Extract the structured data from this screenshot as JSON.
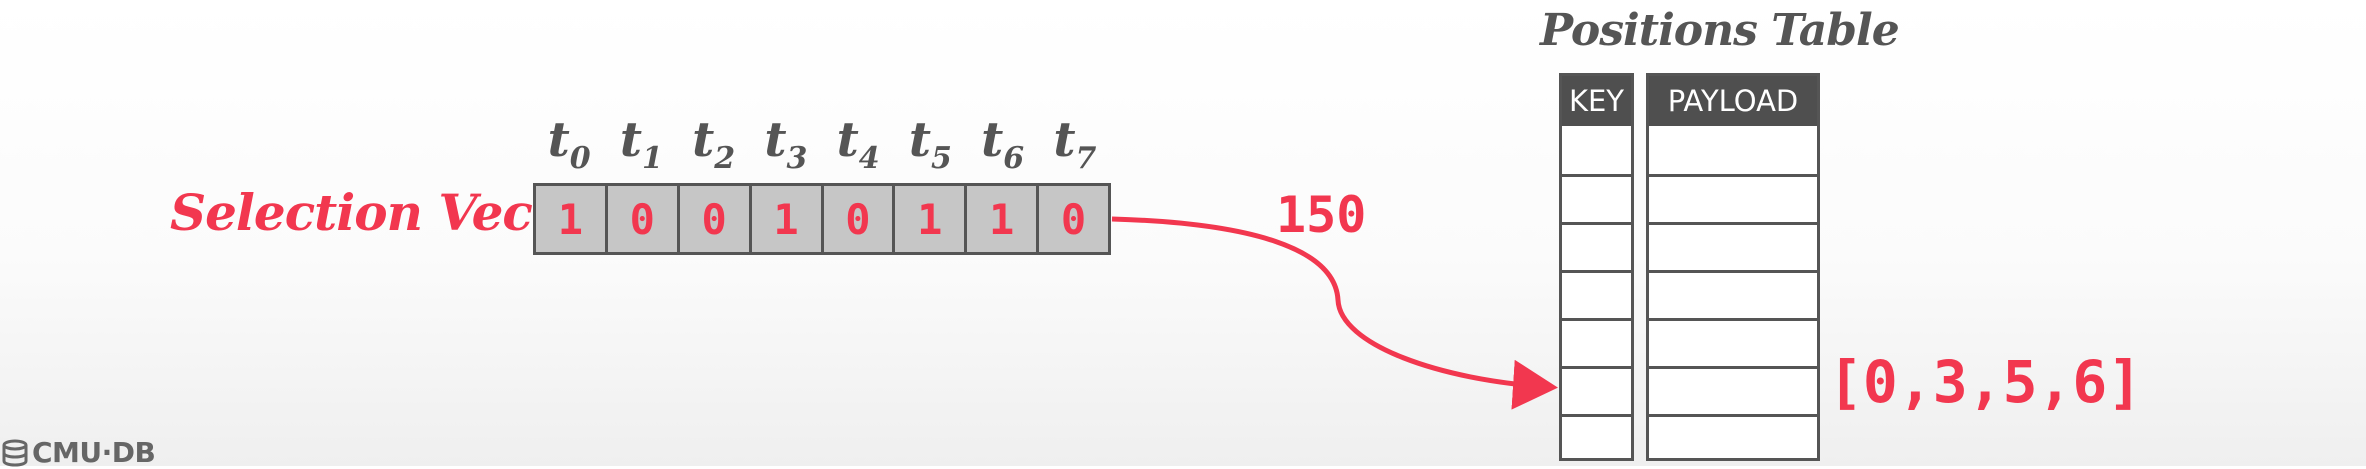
{
  "selection_vector": {
    "label": "Selection Vector",
    "tuple_labels": [
      {
        "base": "t",
        "sub": "0"
      },
      {
        "base": "t",
        "sub": "1"
      },
      {
        "base": "t",
        "sub": "2"
      },
      {
        "base": "t",
        "sub": "3"
      },
      {
        "base": "t",
        "sub": "4"
      },
      {
        "base": "t",
        "sub": "5"
      },
      {
        "base": "t",
        "sub": "6"
      },
      {
        "base": "t",
        "sub": "7"
      }
    ],
    "bits": [
      "1",
      "0",
      "0",
      "1",
      "0",
      "1",
      "1",
      "0"
    ]
  },
  "annotation_value": "150",
  "positions_table": {
    "title": "Positions Table",
    "key_header": "KEY",
    "payload_header": "PAYLOAD",
    "row_count": 7,
    "result_text": "[0,3,5,6]"
  },
  "colors": {
    "accent": "#f2374f",
    "border": "#555555",
    "header_bg": "#4f4f4f",
    "bit_bg": "#c6c6c6"
  },
  "logo": {
    "text": "CMU·DB",
    "icon": "database-icon"
  }
}
